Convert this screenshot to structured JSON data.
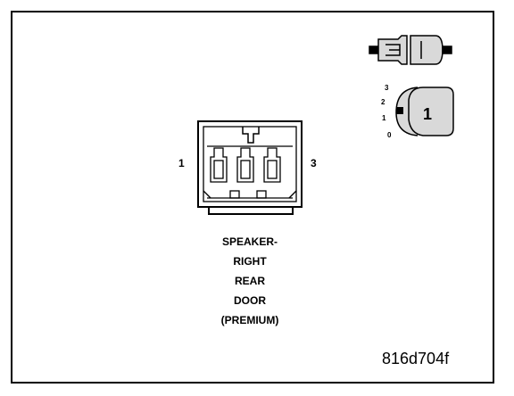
{
  "connector": {
    "pin_left": "1",
    "pin_right": "3",
    "caption_lines": [
      "SPEAKER-",
      "RIGHT",
      "REAR",
      "DOOR",
      "(PREMIUM)"
    ]
  },
  "legend": {
    "lock_positions": [
      "3",
      "2",
      "1",
      "0"
    ],
    "lock_number": "1"
  },
  "figure_id": "816d704f",
  "colors": {
    "line": "#000000",
    "shade": "#d9d9d9",
    "background": "#ffffff"
  }
}
